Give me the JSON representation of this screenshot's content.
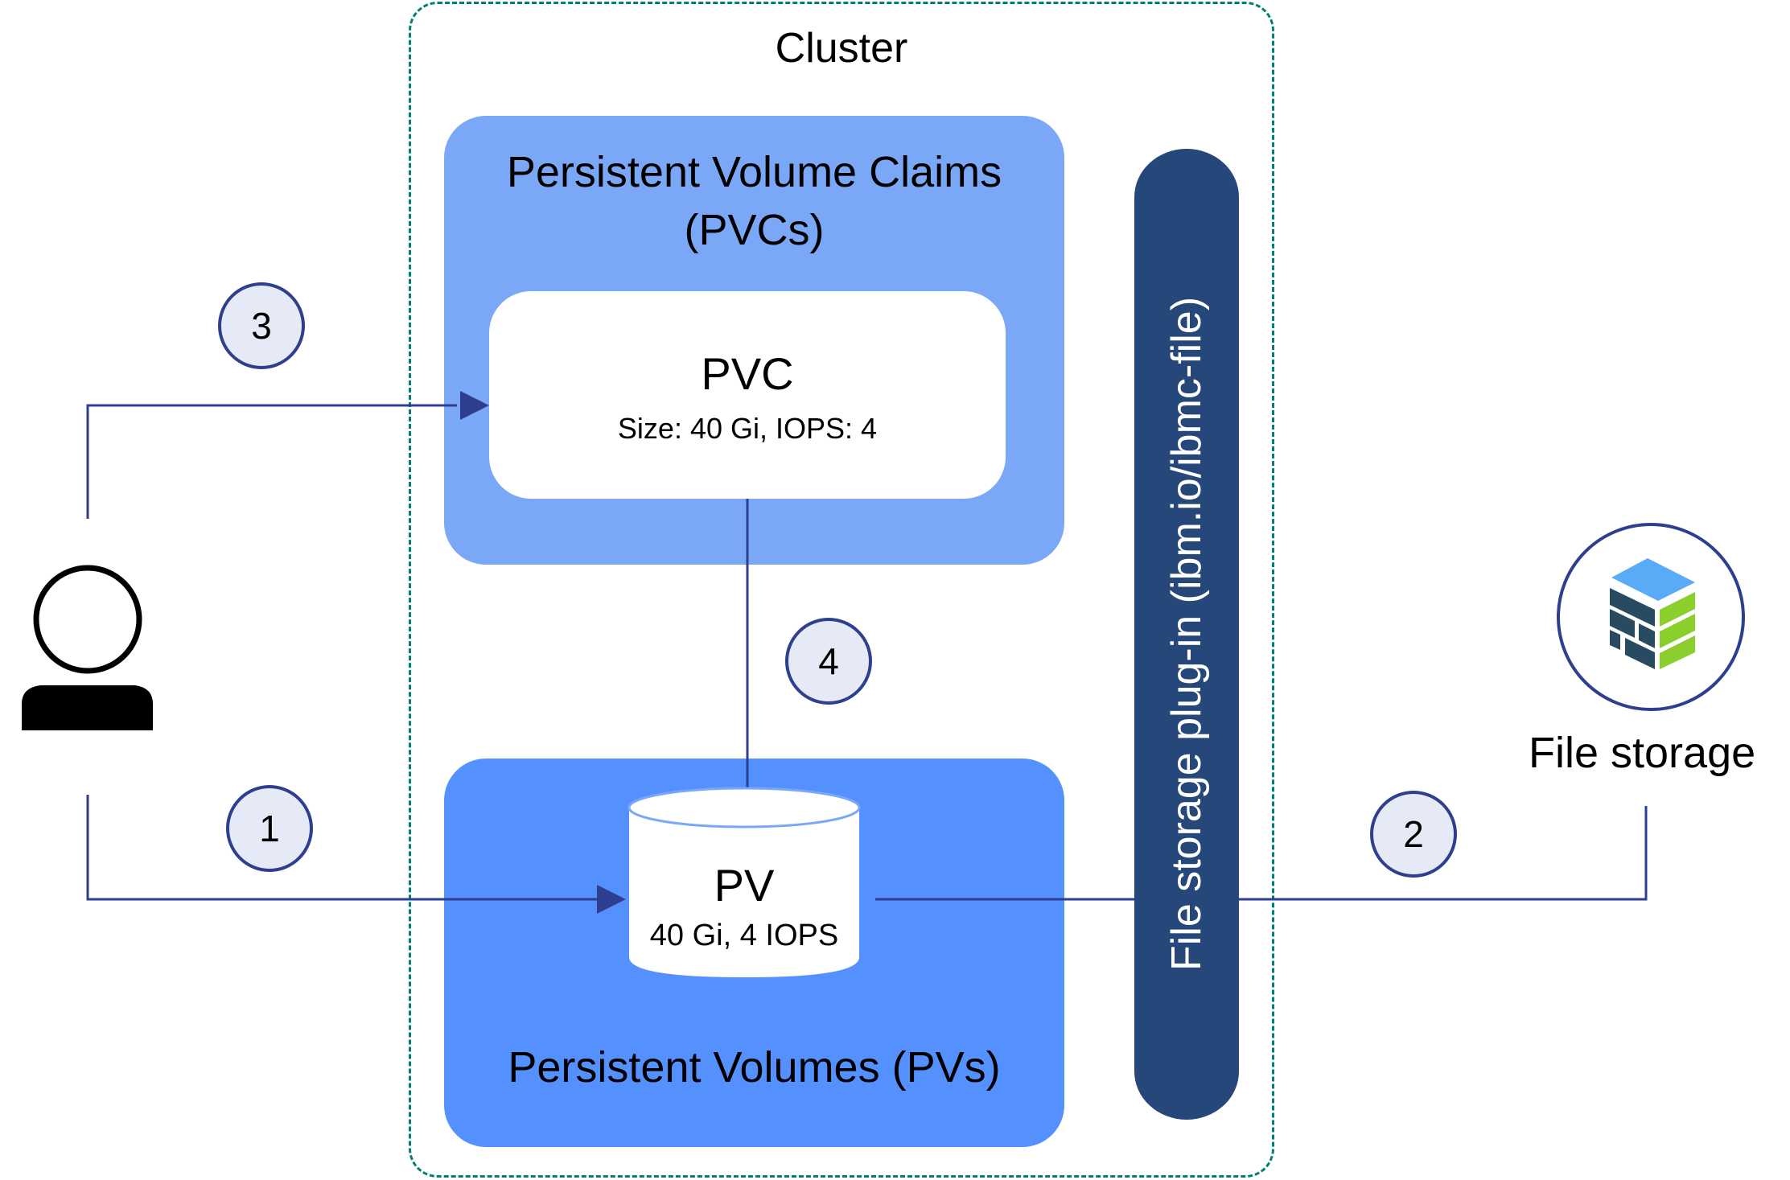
{
  "cluster": {
    "label": "Cluster"
  },
  "pvc_group": {
    "title_line1": "Persistent Volume Claims",
    "title_line2": "(PVCs)",
    "item": {
      "name": "PVC",
      "spec": "Size: 40 Gi, IOPS: 4"
    }
  },
  "pv_group": {
    "title": "Persistent Volumes (PVs)",
    "item": {
      "name": "PV",
      "spec": "40 Gi, 4 IOPS"
    }
  },
  "plugin": {
    "label": "File storage plug-in (ibm.io/ibmc-file)"
  },
  "file_storage": {
    "label": "File storage",
    "icon": "storage-bricks-icon"
  },
  "user": {
    "icon": "user-icon"
  },
  "steps": [
    {
      "number": "1"
    },
    {
      "number": "2"
    },
    {
      "number": "3"
    },
    {
      "number": "4"
    }
  ],
  "colors": {
    "cluster_border": "#00806E",
    "pvc_group": "#7BA7F7",
    "pv_group": "#5590FF",
    "plugin": "#26477A",
    "connector": "#2E3F8F",
    "step_fill": "#E6E9F6"
  }
}
